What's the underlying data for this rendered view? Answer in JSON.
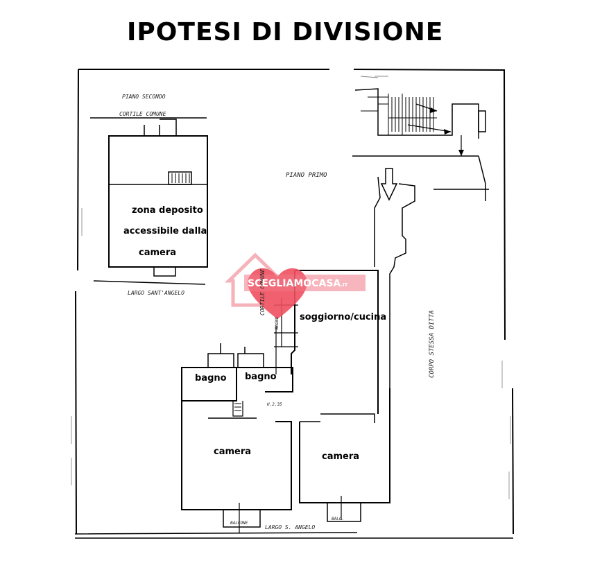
{
  "title": "IPOTESI DI DIVISIONE",
  "rooms": {
    "deposit_line1": "zona deposito",
    "deposit_line2": "accessibile dalla",
    "deposit_line3": "camera",
    "living": "soggiorno/cucina",
    "bath_left": "bagno",
    "bath_right": "bagno",
    "bedroom_left": "camera",
    "bedroom_right": "camera"
  },
  "annotations": {
    "floor_second": "PIANO SECONDO",
    "courtyard": "CORTILE COMUNE",
    "floor_first": "PIANO PRIMO",
    "largo_top": "LARGO SANT'ANGELO",
    "largo_bottom": "LARGO S. ANGELO",
    "side_corridor": "CORTILE COMUNE",
    "side_right": "CORPO STESSA DITTA",
    "balcony_left": "BALCONE",
    "balcony_right": "BALC.",
    "height_mark": "H.2.35",
    "bagno_small": "BAGNO"
  },
  "watermark": {
    "brand": "SCEGLIAMOCASA",
    "suffix": ".IT",
    "color": "#ef4f5f"
  }
}
